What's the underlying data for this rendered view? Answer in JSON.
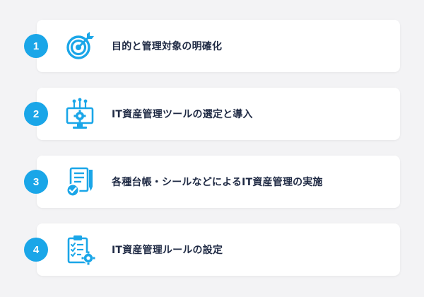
{
  "steps": [
    {
      "number": "1",
      "label": "目的と管理対象の明確化",
      "icon": "target-icon"
    },
    {
      "number": "2",
      "label": "IT資産管理ツールの選定と導入",
      "icon": "monitor-gear-icon"
    },
    {
      "number": "3",
      "label": "各種台帳・シールなどによるIT資産管理の実施",
      "icon": "document-check-icon"
    },
    {
      "number": "4",
      "label": "IT資産管理ルールの設定",
      "icon": "clipboard-gear-icon"
    }
  ],
  "colors": {
    "accent": "#1aa6e8",
    "text": "#1f2a44",
    "background": "#f3f3f5",
    "card": "#ffffff"
  }
}
